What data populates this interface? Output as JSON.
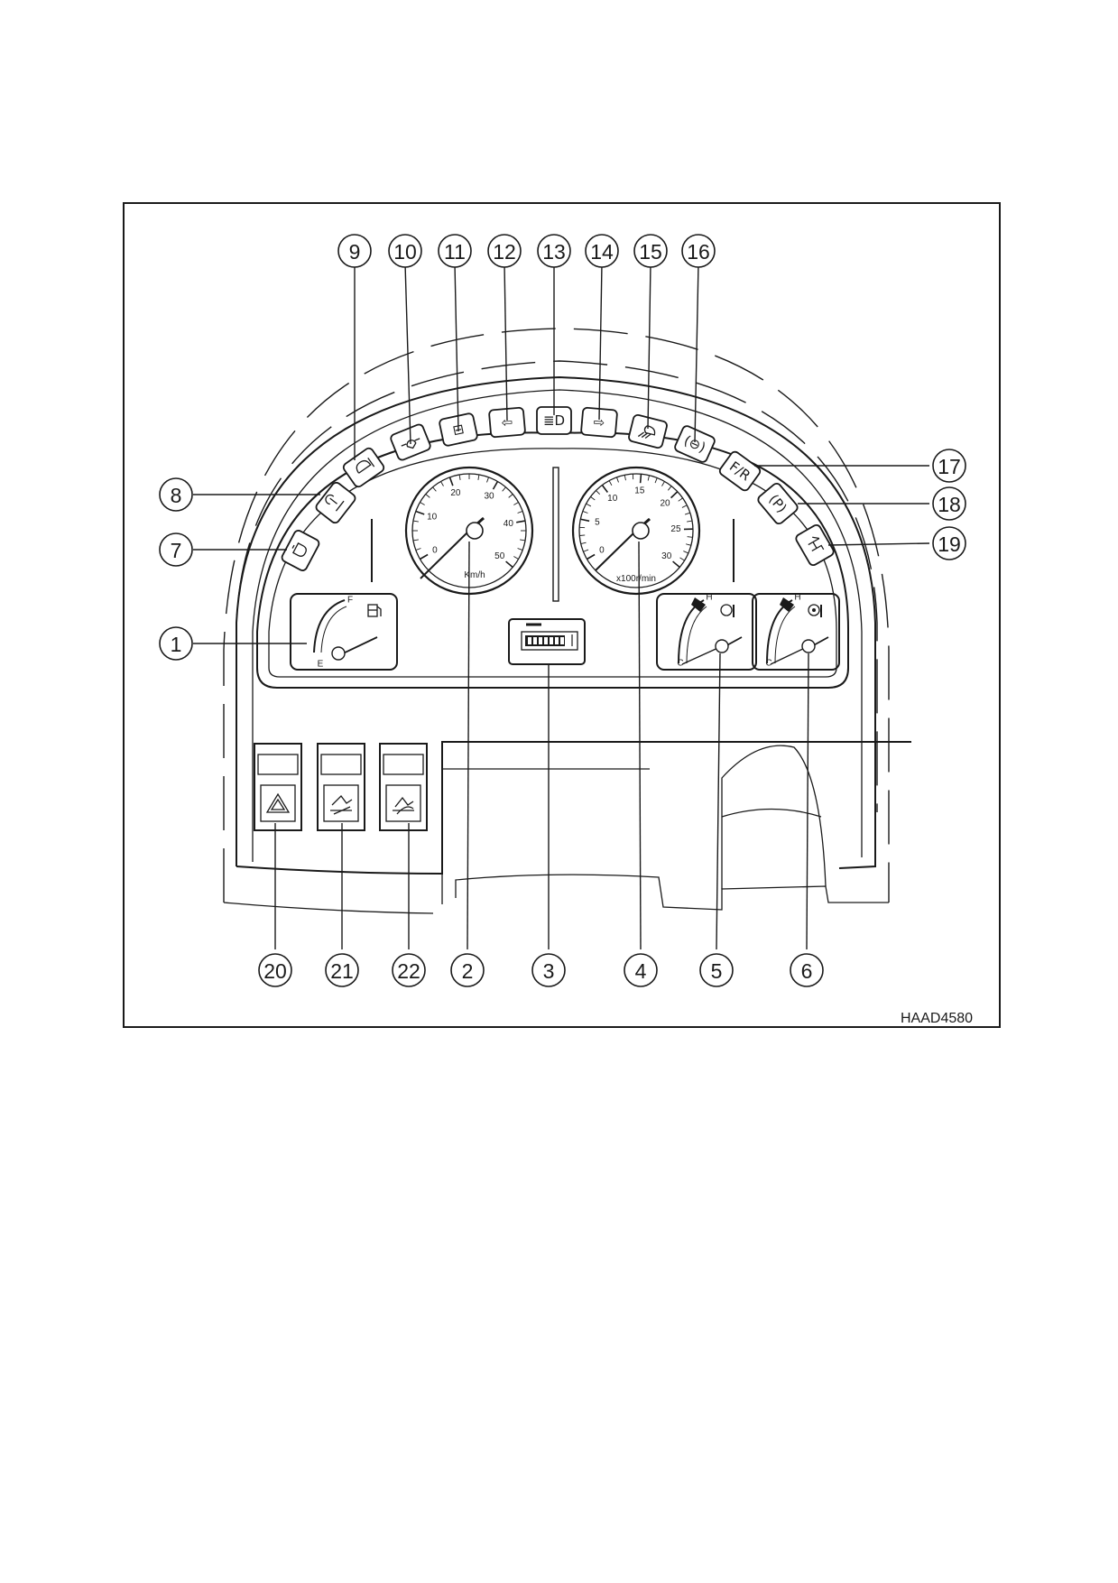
{
  "figure_code": "HAAD4580",
  "callouts": [
    {
      "label": "1"
    },
    {
      "label": "2"
    },
    {
      "label": "3"
    },
    {
      "label": "4"
    },
    {
      "label": "5"
    },
    {
      "label": "6"
    },
    {
      "label": "7"
    },
    {
      "label": "8"
    },
    {
      "label": "9"
    },
    {
      "label": "10"
    },
    {
      "label": "11"
    },
    {
      "label": "12"
    },
    {
      "label": "13"
    },
    {
      "label": "14"
    },
    {
      "label": "15"
    },
    {
      "label": "16"
    },
    {
      "label": "17"
    },
    {
      "label": "18"
    },
    {
      "label": "19"
    },
    {
      "label": "20"
    },
    {
      "label": "21"
    },
    {
      "label": "22"
    }
  ],
  "speedometer": {
    "ticks": [
      "0",
      "10",
      "20",
      "30",
      "40",
      "50"
    ],
    "unit": "Km/h"
  },
  "tachometer": {
    "ticks": [
      "0",
      "5",
      "10",
      "15",
      "20",
      "25",
      "30"
    ],
    "unit": "x100r/min"
  },
  "fuel_gauge": {
    "full": "F",
    "empty": "E"
  },
  "temp_gauges": [
    {
      "hot": "H",
      "cold": "C"
    },
    {
      "hot": "H",
      "cold": "C"
    }
  ],
  "indicator_lamps": [
    {
      "icon": "glow-plug-icon"
    },
    {
      "icon": "brake-pedal-icon"
    },
    {
      "icon": "engine-oil-icon"
    },
    {
      "icon": "oil-pressure-icon"
    },
    {
      "icon": "battery-icon",
      "symbol": "⊟"
    },
    {
      "icon": "turn-left-icon",
      "symbol": "⇦"
    },
    {
      "icon": "high-beam-icon",
      "symbol": "≣D"
    },
    {
      "icon": "turn-right-icon",
      "symbol": "⇨"
    },
    {
      "icon": "work-light-icon"
    },
    {
      "icon": "brake-warning-icon",
      "symbol": "(⊖)"
    },
    {
      "icon": "forward-reverse-icon",
      "symbol": "F/R"
    },
    {
      "icon": "parking-brake-icon",
      "symbol": "(P)"
    },
    {
      "icon": "clamp-icon"
    }
  ]
}
